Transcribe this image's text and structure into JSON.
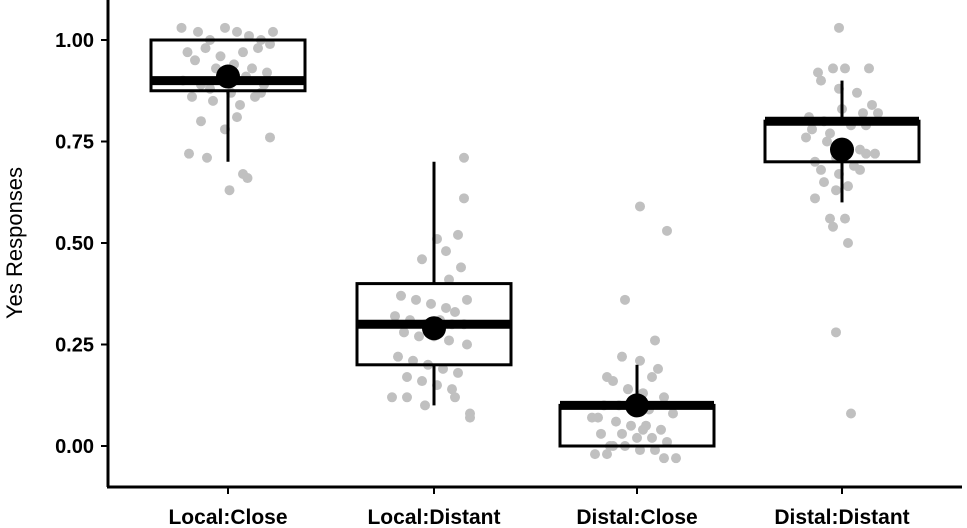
{
  "chart_data": {
    "type": "boxplot",
    "xlabel": "",
    "ylabel": "Yes Responses",
    "ylim": [
      -0.05,
      1.08
    ],
    "yticks": [
      0.0,
      0.25,
      0.5,
      0.75,
      1.0
    ],
    "ytick_labels": [
      "0.00",
      "0.25",
      "0.50",
      "0.75",
      "1.00"
    ],
    "categories": [
      "Local:Close",
      "Local:Distant",
      "Distal:Close",
      "Distal:Distant"
    ],
    "grid": false,
    "colors": {
      "box": "#000000",
      "points": "#c0c0c0",
      "mean": "#000000"
    },
    "boxes": [
      {
        "category": "Local:Close",
        "whisker_low": 0.7,
        "q1": 0.875,
        "median": 0.9,
        "q3": 1.0,
        "whisker_high": 1.0,
        "mean": 0.91
      },
      {
        "category": "Local:Distant",
        "whisker_low": 0.1,
        "q1": 0.2,
        "median": 0.3,
        "q3": 0.4,
        "whisker_high": 0.7,
        "mean": 0.29
      },
      {
        "category": "Distal:Close",
        "whisker_low": 0.0,
        "q1": 0.0,
        "median": 0.1,
        "q3": 0.1,
        "whisker_high": 0.2,
        "mean": 0.1
      },
      {
        "category": "Distal:Distant",
        "whisker_low": 0.6,
        "q1": 0.7,
        "median": 0.8,
        "q3": 0.8,
        "whisker_high": 0.9,
        "mean": 0.73
      }
    ],
    "points": [
      {
        "category": "Local:Close",
        "jitter": [
          -0.31,
          -0.2,
          -0.12,
          -0.02,
          0.06,
          0.14,
          0.22,
          0.3,
          -0.27,
          -0.15,
          -0.05,
          0.1,
          0.2,
          0.28,
          -0.22,
          -0.08,
          0.04,
          0.16,
          0.26,
          -0.3,
          -0.18,
          0.0,
          0.12,
          0.24,
          -0.12,
          0.02,
          0.18,
          -0.24,
          -0.1,
          0.08,
          0.22,
          -0.18,
          0.06,
          -0.02,
          0.28,
          -0.26,
          -0.14,
          0.1,
          0.01,
          0.13
        ],
        "values": [
          1.03,
          1.02,
          1.0,
          1.03,
          1.02,
          1.01,
          1.0,
          1.02,
          0.97,
          0.98,
          0.96,
          0.97,
          0.98,
          0.99,
          0.95,
          0.93,
          0.94,
          0.93,
          0.92,
          0.9,
          0.89,
          0.9,
          0.91,
          0.89,
          0.88,
          0.87,
          0.86,
          0.86,
          0.85,
          0.84,
          0.87,
          0.8,
          0.81,
          0.78,
          0.76,
          0.72,
          0.71,
          0.67,
          0.63,
          0.66
        ]
      },
      {
        "category": "Local:Distant",
        "jitter": [
          0.2,
          0.2,
          0.02,
          -0.08,
          0.16,
          0.18,
          0.22,
          0.1,
          -0.22,
          -0.12,
          -0.02,
          0.08,
          0.14,
          -0.26,
          -0.16,
          -0.06,
          0.04,
          0.12,
          0.2,
          -0.2,
          -0.1,
          0.0,
          0.1,
          0.22,
          -0.24,
          -0.14,
          -0.04,
          0.06,
          0.16,
          -0.18,
          -0.08,
          0.02,
          0.12,
          -0.28,
          -0.18,
          0.24,
          0.24,
          0.14,
          -0.06,
          0.08
        ],
        "values": [
          0.71,
          0.61,
          0.51,
          0.46,
          0.52,
          0.44,
          0.36,
          0.41,
          0.37,
          0.36,
          0.35,
          0.34,
          0.33,
          0.32,
          0.31,
          0.3,
          0.31,
          0.3,
          0.3,
          0.28,
          0.27,
          0.27,
          0.26,
          0.25,
          0.22,
          0.21,
          0.2,
          0.19,
          0.18,
          0.17,
          0.16,
          0.15,
          0.14,
          0.12,
          0.12,
          0.08,
          0.07,
          0.12,
          0.1,
          0.48
        ]
      },
      {
        "category": "Distal:Close",
        "jitter": [
          0.02,
          0.2,
          -0.08,
          0.12,
          -0.1,
          0.02,
          0.14,
          -0.2,
          -0.16,
          -0.06,
          0.04,
          0.18,
          -0.22,
          -0.12,
          -0.02,
          0.08,
          0.24,
          -0.26,
          -0.14,
          -0.04,
          0.06,
          0.16,
          -0.24,
          -0.1,
          0.0,
          0.1,
          0.2,
          -0.18,
          -0.08,
          0.02,
          0.12,
          -0.28,
          -0.2,
          0.26,
          -0.16,
          0.04,
          0.18,
          -0.06,
          0.1,
          -0.3
        ],
        "values": [
          0.59,
          0.53,
          0.36,
          0.26,
          0.22,
          0.21,
          0.19,
          0.17,
          0.16,
          0.14,
          0.13,
          0.12,
          0.1,
          0.1,
          0.09,
          0.09,
          0.08,
          0.07,
          0.06,
          0.05,
          0.05,
          0.04,
          0.03,
          0.03,
          0.02,
          0.02,
          0.01,
          0.0,
          0.0,
          -0.01,
          -0.01,
          -0.02,
          -0.02,
          -0.03,
          0.0,
          0.04,
          -0.03,
          0.14,
          0.17,
          0.07
        ]
      },
      {
        "category": "Distal:Distant",
        "jitter": [
          -0.02,
          -0.16,
          -0.06,
          0.02,
          0.18,
          -0.14,
          -0.02,
          0.1,
          0.2,
          -0.22,
          -0.12,
          0.0,
          0.14,
          0.24,
          -0.2,
          -0.08,
          0.06,
          0.16,
          -0.24,
          -0.1,
          0.02,
          0.12,
          0.22,
          -0.18,
          -0.04,
          0.08,
          -0.14,
          -0.02,
          0.12,
          -0.12,
          -0.04,
          0.04,
          -0.18,
          -0.08,
          0.02,
          -0.06,
          0.04,
          -0.04,
          0.06,
          0.16
        ],
        "values": [
          1.03,
          0.92,
          0.93,
          0.93,
          0.93,
          0.9,
          0.88,
          0.87,
          0.84,
          0.81,
          0.8,
          0.83,
          0.82,
          0.82,
          0.78,
          0.77,
          0.79,
          0.79,
          0.76,
          0.75,
          0.74,
          0.73,
          0.72,
          0.7,
          0.71,
          0.69,
          0.68,
          0.67,
          0.68,
          0.65,
          0.63,
          0.64,
          0.61,
          0.56,
          0.56,
          0.54,
          0.5,
          0.28,
          0.08,
          0.72
        ]
      }
    ]
  }
}
